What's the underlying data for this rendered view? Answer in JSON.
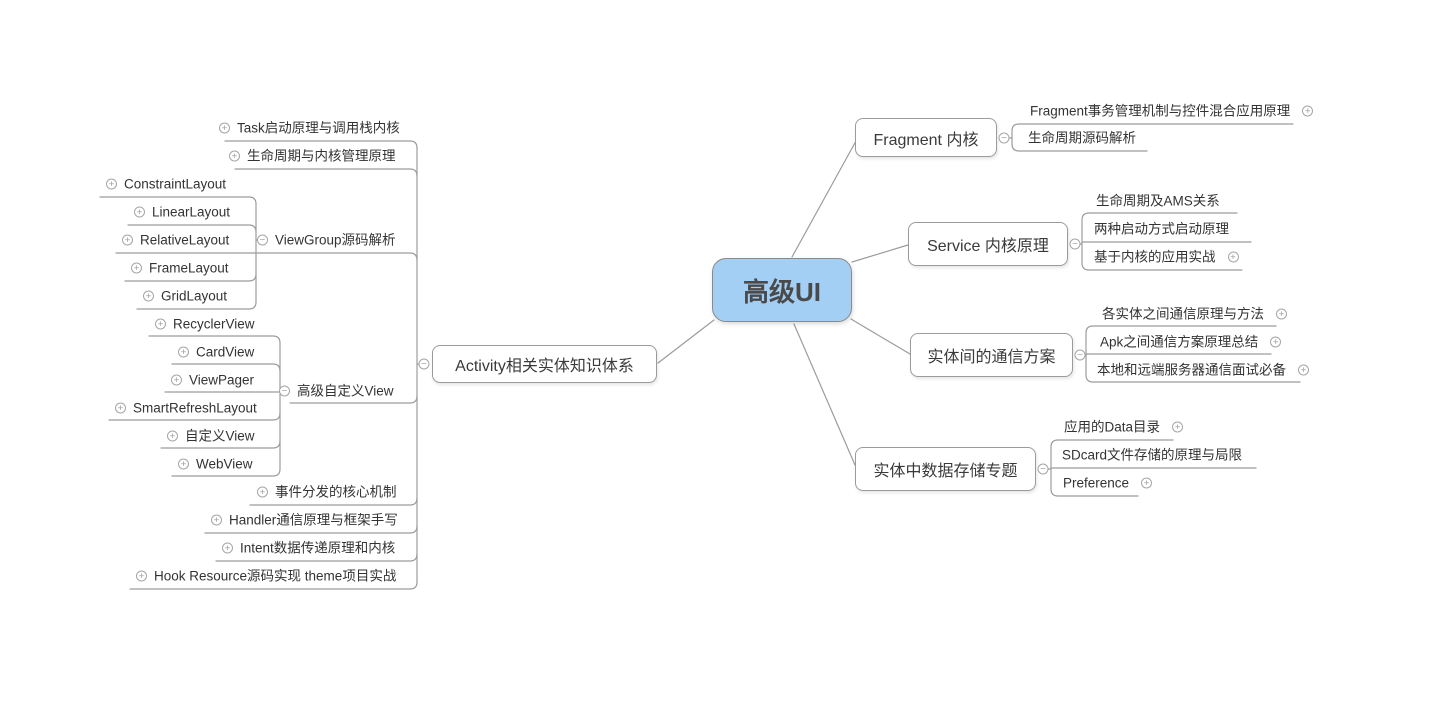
{
  "icons": {
    "expand": "+",
    "collapse": "−"
  },
  "colors": {
    "root_fill": "#a4cff5",
    "root_border": "#8a8a8a",
    "box_border": "#9b9b9b",
    "connector_line": "#9c9c9c",
    "text": "#3b3b3b"
  },
  "map": {
    "root": "高级UI",
    "activity": {
      "title": "Activity相关实体知识体系",
      "task": "Task启动原理与调用栈内核",
      "lifecycle": "生命周期与内核管理原理",
      "viewgroup": {
        "title": "ViewGroup源码解析",
        "children": [
          "ConstraintLayout",
          "LinearLayout",
          "RelativeLayout",
          "FrameLayout",
          "GridLayout"
        ]
      },
      "customview": {
        "title": "高级自定义View",
        "children": [
          "RecyclerView",
          "CardView",
          "ViewPager",
          "SmartRefreshLayout",
          "自定义View",
          "WebView"
        ]
      },
      "event": "事件分发的核心机制",
      "handler": "Handler通信原理与框架手写",
      "intent": "Intent数据传递原理和内核",
      "hook": "Hook Resource源码实现 theme项目实战"
    },
    "fragment": {
      "title": "Fragment 内核",
      "children": [
        "Fragment事务管理机制与控件混合应用原理",
        "生命周期源码解析"
      ]
    },
    "service": {
      "title": "Service 内核原理",
      "children": [
        "生命周期及AMS关系",
        "两种启动方式启动原理",
        "基于内核的应用实战"
      ]
    },
    "communication": {
      "title": "实体间的通信方案",
      "children": [
        "各实体之间通信原理与方法",
        "Apk之间通信方案原理总结",
        "本地和远端服务器通信面试必备"
      ]
    },
    "storage": {
      "title": "实体中数据存储专题",
      "children": [
        "应用的Data目录",
        "SDcard文件存储的原理与局限",
        "Preference"
      ]
    }
  }
}
